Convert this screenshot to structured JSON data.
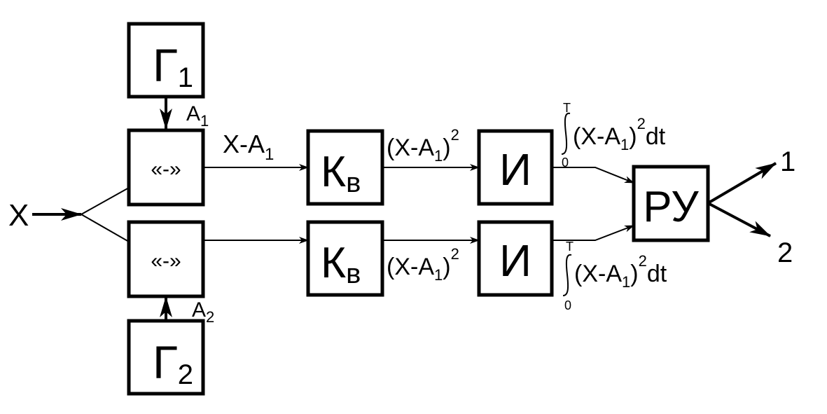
{
  "input_label": "X",
  "generators": [
    {
      "name": "Г",
      "sub": "1",
      "output": {
        "name": "A",
        "sub": "1"
      }
    },
    {
      "name": "Г",
      "sub": "2",
      "output": {
        "name": "A",
        "sub": "2"
      }
    }
  ],
  "subtractors": [
    {
      "label": "«-»"
    },
    {
      "label": "«-»"
    }
  ],
  "difference_label": {
    "pre": "X-A",
    "sub": "1"
  },
  "squarers": [
    {
      "name": "К",
      "sub": "в"
    },
    {
      "name": "К",
      "sub": "в"
    }
  ],
  "square_labels": [
    {
      "pre": "(X-A",
      "sub": "1",
      "post": ")",
      "sup": "2"
    },
    {
      "pre": "(X-A",
      "sub": "1",
      "post": ")",
      "sup": "2"
    }
  ],
  "integrators": [
    {
      "label": "И"
    },
    {
      "label": "И"
    }
  ],
  "integral_labels": [
    {
      "upper": "T",
      "lower": "0",
      "pre": "(X-A",
      "sub": "1",
      "post": ")",
      "sup": "2",
      "tail": "dt"
    },
    {
      "upper": "T",
      "lower": "0",
      "pre": "(X-A",
      "sub": "1",
      "post": ")",
      "sup": "2",
      "tail": "dt"
    }
  ],
  "decision_unit": {
    "label": "РУ"
  },
  "outputs": [
    "1",
    "2"
  ]
}
